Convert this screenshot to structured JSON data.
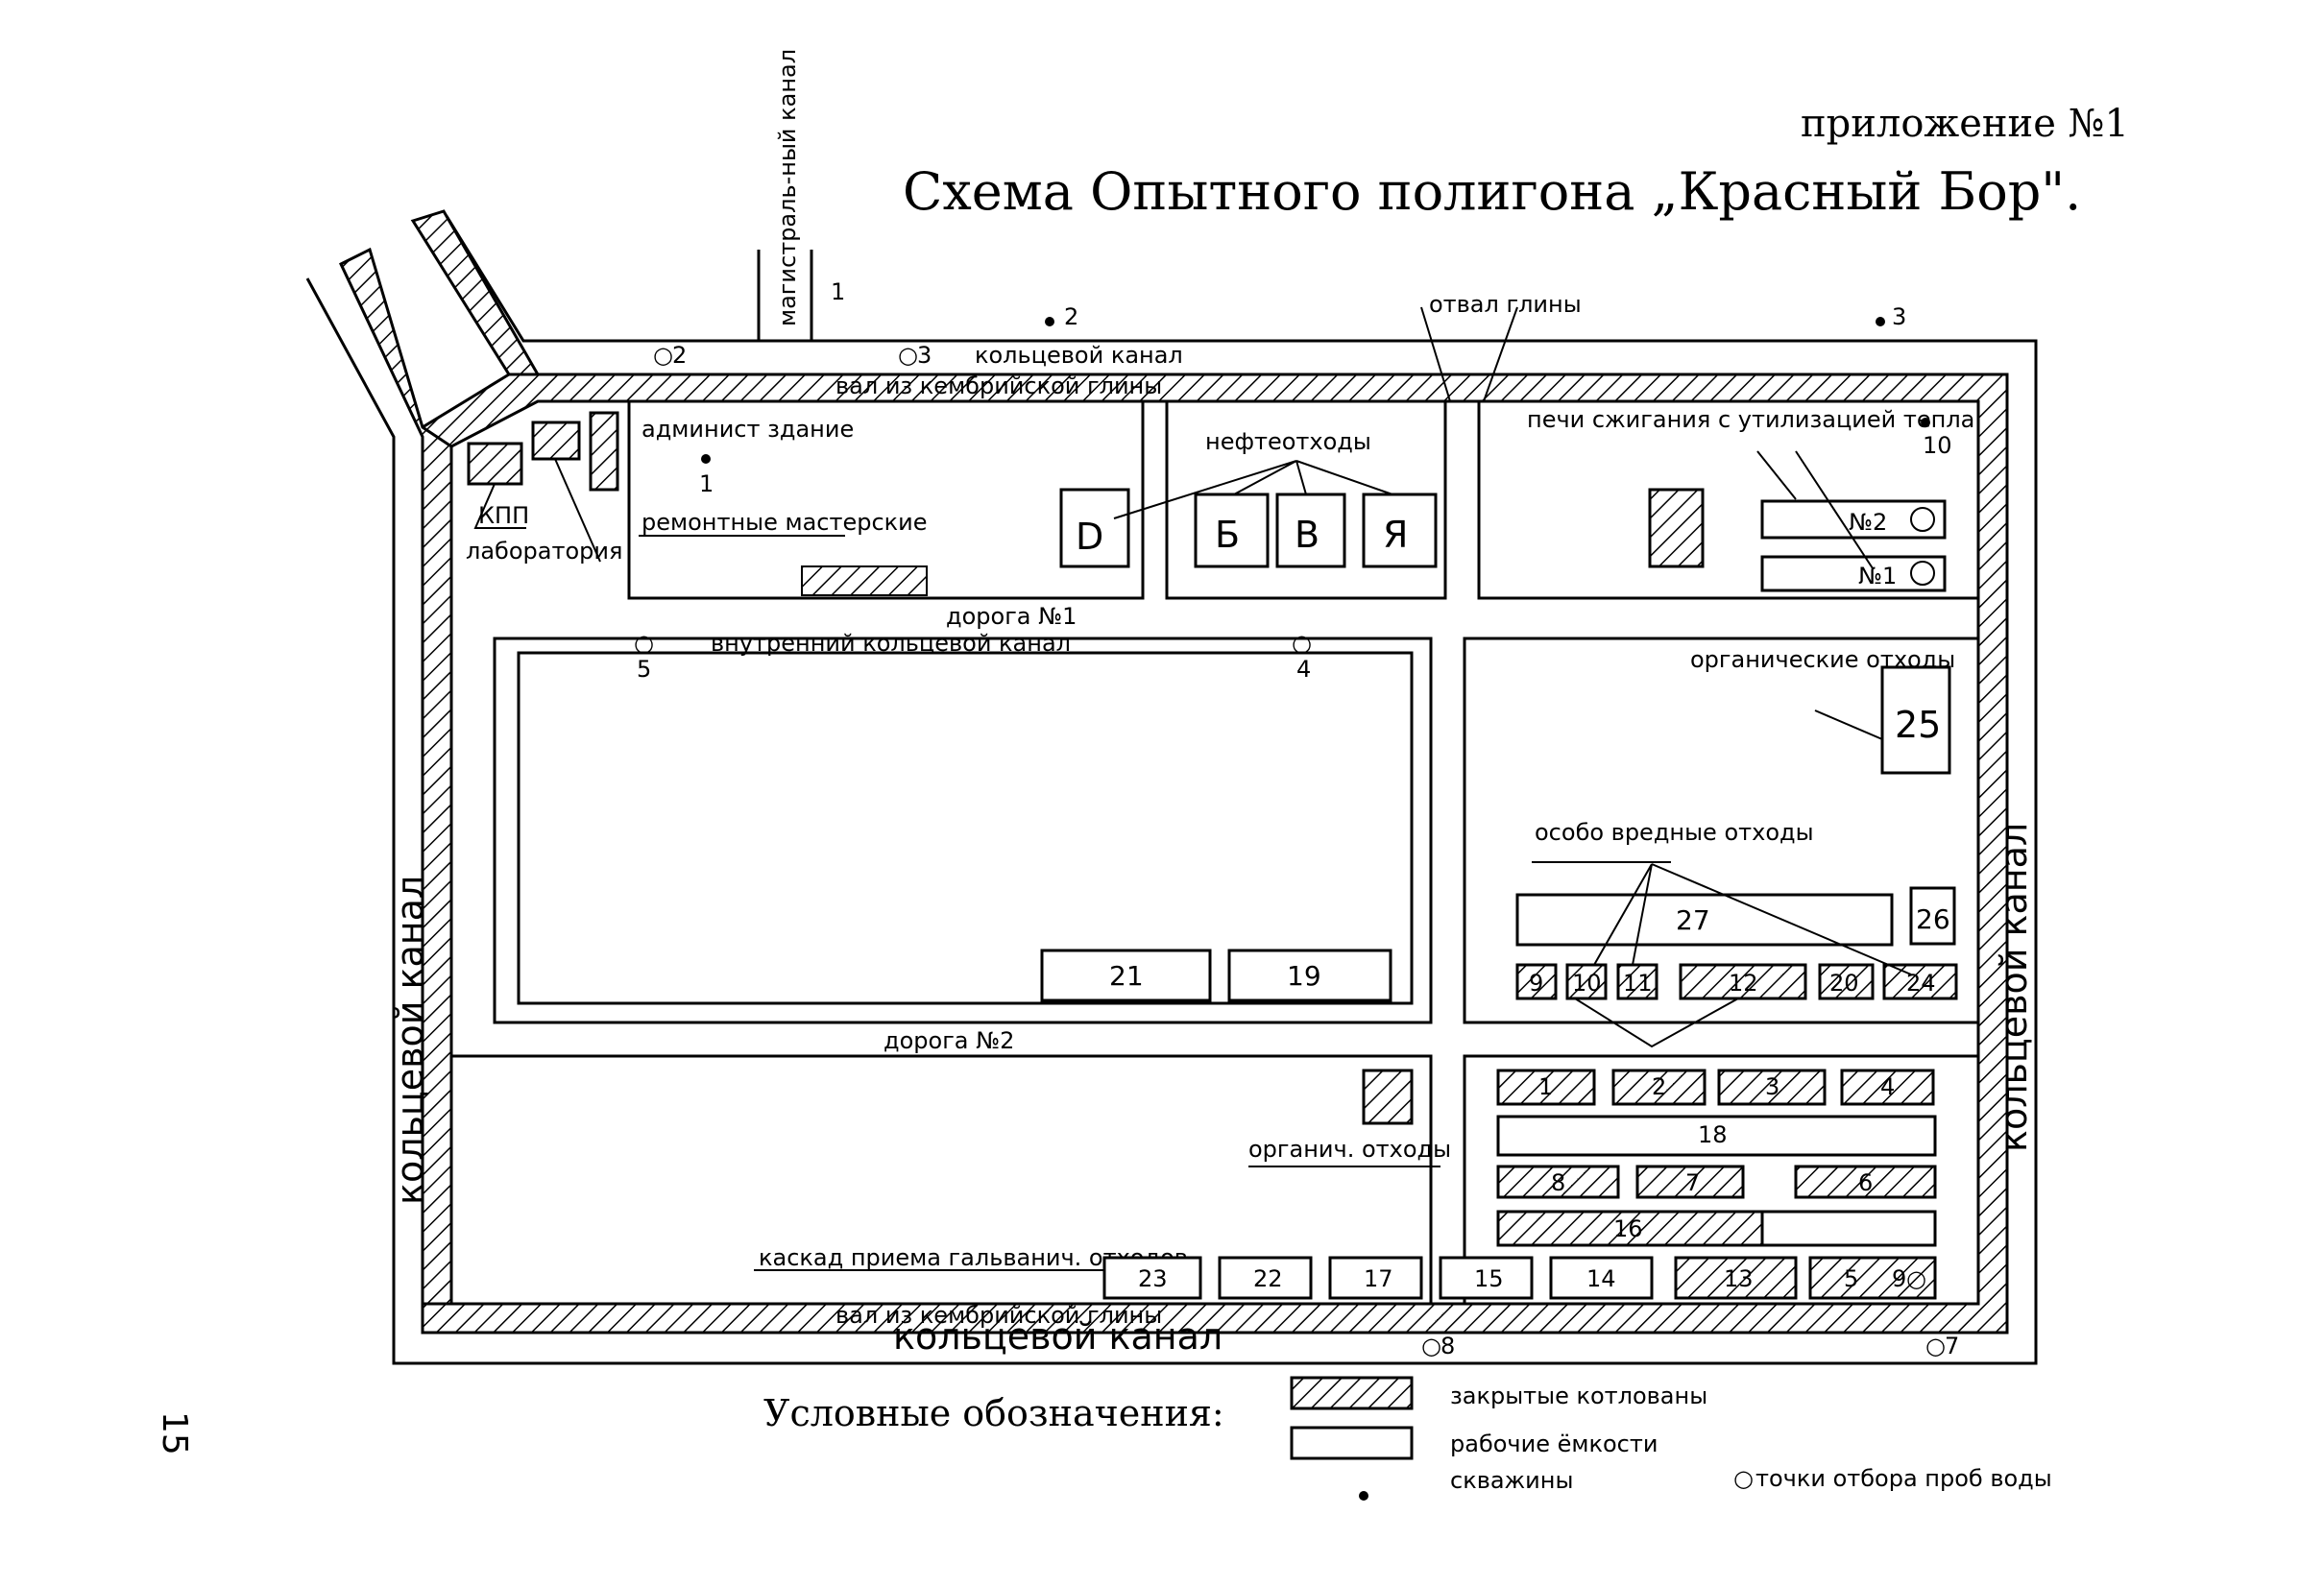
{
  "header": {
    "appendix": "приложение №1",
    "title": "Схема Опытного полигона „Красный Бор\"."
  },
  "page_number": "15",
  "canals": {
    "main_canal": "магистраль-ный канал",
    "ring_top": "кольцевой канал",
    "ring_bottom": "кольцевой канал",
    "ring_left": "кольцевой канал",
    "ring_right": "кольцевой канал",
    "inner_ring": "внутренний кольцевой канал",
    "dam_top": "вал из кембрийской глины",
    "dam_bottom": "вал из кембрийской глины",
    "clay_dump": "отвал глины"
  },
  "roads": {
    "road1": "дорога №1",
    "road2": "дорога №2"
  },
  "facilities": {
    "admin": "админист здание",
    "workshops": "ремонтные мастерские",
    "kpp": "КПП",
    "lab": "лаборатория",
    "oil_waste": "нефтеотходы",
    "furnaces": "печи сжигания с утилизацией тепла",
    "organic": "органические отходы",
    "hazardous": "особо вредные отходы",
    "organic_small": "органич. отходы",
    "cascade": "каскад приема гальванич. отходов"
  },
  "boxes": {
    "D": "D",
    "B": "Б",
    "V": "В",
    "Ya": "Я",
    "n2": "№2",
    "n1": "№1",
    "b25": "25",
    "b27": "27",
    "b26": "26",
    "b21": "21",
    "b19": "19",
    "h9": "9",
    "h10": "10",
    "h11": "11",
    "h12": "12",
    "h20": "20",
    "h24": "24",
    "r1": "1",
    "r2": "2",
    "r3": "3",
    "r4": "4",
    "b18": "18",
    "r8": "8",
    "r7": "7",
    "r6": "6",
    "r16": "16",
    "s23": "23",
    "s22": "22",
    "s17": "17",
    "s15": "15",
    "s14": "14",
    "s13": "13",
    "s5": "5"
  },
  "points": {
    "w1": "1",
    "w2": "2",
    "w3": "3",
    "w10": "10",
    "w1b": "1",
    "s2": "2",
    "s3": "3",
    "s5": "5",
    "s4": "4",
    "s8": "8",
    "s7": "7",
    "s9": "9"
  },
  "legend": {
    "title": "Условные обозначения:",
    "closed_pits": "закрытые котлованы",
    "working_tanks": "рабочие ёмкости",
    "wells": "скважины",
    "sampling": "точки отбора проб воды"
  },
  "colors": {
    "ink": "#000000",
    "paper": "#ffffff"
  }
}
